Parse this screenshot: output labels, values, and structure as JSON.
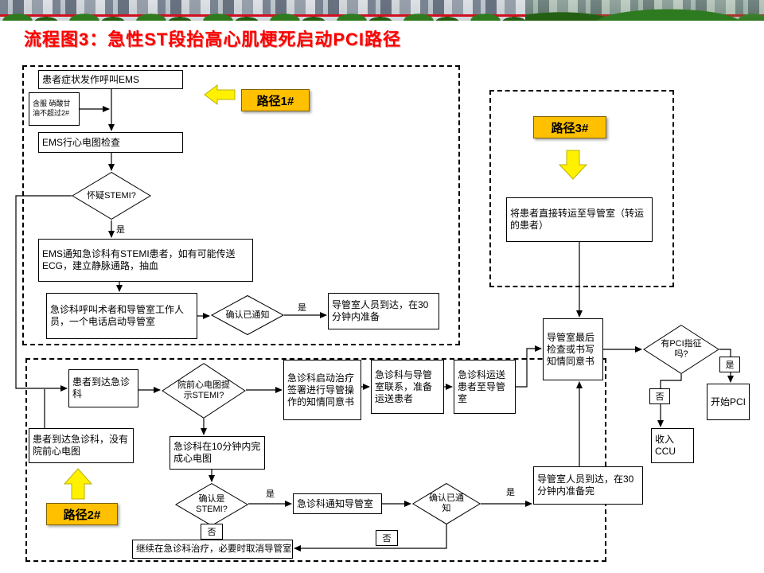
{
  "header": {
    "title": "流程图3：急性ST段抬高心肌梗死启动PCI路径"
  },
  "path_labels": {
    "path1": "路径1#",
    "path2": "路径2#",
    "path3": "路径3#"
  },
  "labels": {
    "yes": "是",
    "no": "否"
  },
  "nodes": {
    "symptom_call_ems": "患者症状发作呼叫EMS",
    "nitroglycerin_note": "含服 硝酸甘油不超过2#",
    "ems_ecg": "EMS行心电图检查",
    "suspect_stemi": "怀疑STEMI?",
    "ems_notify_ed": "EMS通知急诊科有STEMI患者，如有可能传送ECG，建立静脉通路，抽血",
    "ed_call_team": "急诊科呼叫术者和导管室工作人员，一个电话启动导管室",
    "confirm_notified": "确认已通知",
    "cathlab_ready_30min": "导管室人员到达，在30分钟内准备",
    "direct_transfer": "将患者直接转运至导管室（转运的患者）",
    "cathlab_final_check": "导管室最后检查或书写知情同意书",
    "pci_indication": "有PCI指征吗?",
    "start_pci": "开始PCI",
    "admit_ccu": "收入CCU",
    "arrive_ed": "患者到达急诊科",
    "prehospital_ecg_stemi": "院前心电图提示STEMI?",
    "ed_consent": "急诊科启动治疗签署进行导管操作的知情同意书",
    "ed_contact_cathlab": "急诊科与导管室联系，准备运送患者",
    "ed_transport_patient": "急诊科运送患者至导管室",
    "arrive_ed_no_ecg": "患者到达急诊科，没有院前心电图",
    "ed_ecg_10min": "急诊科在10分钟内完成心电图",
    "confirm_stemi": "确认是STEMI?",
    "ed_notify_cathlab": "急诊科通知导管室",
    "cathlab_ready_30min_done": "导管室人员到达，在30分钟内准备完",
    "continue_ed_treatment": "继续在急诊科治疗，必要时取消导管室"
  },
  "colors": {
    "title_red": "#FF0000",
    "path_label_bg": "#FFC000",
    "block_arrow_yellow": "#FFF100"
  }
}
